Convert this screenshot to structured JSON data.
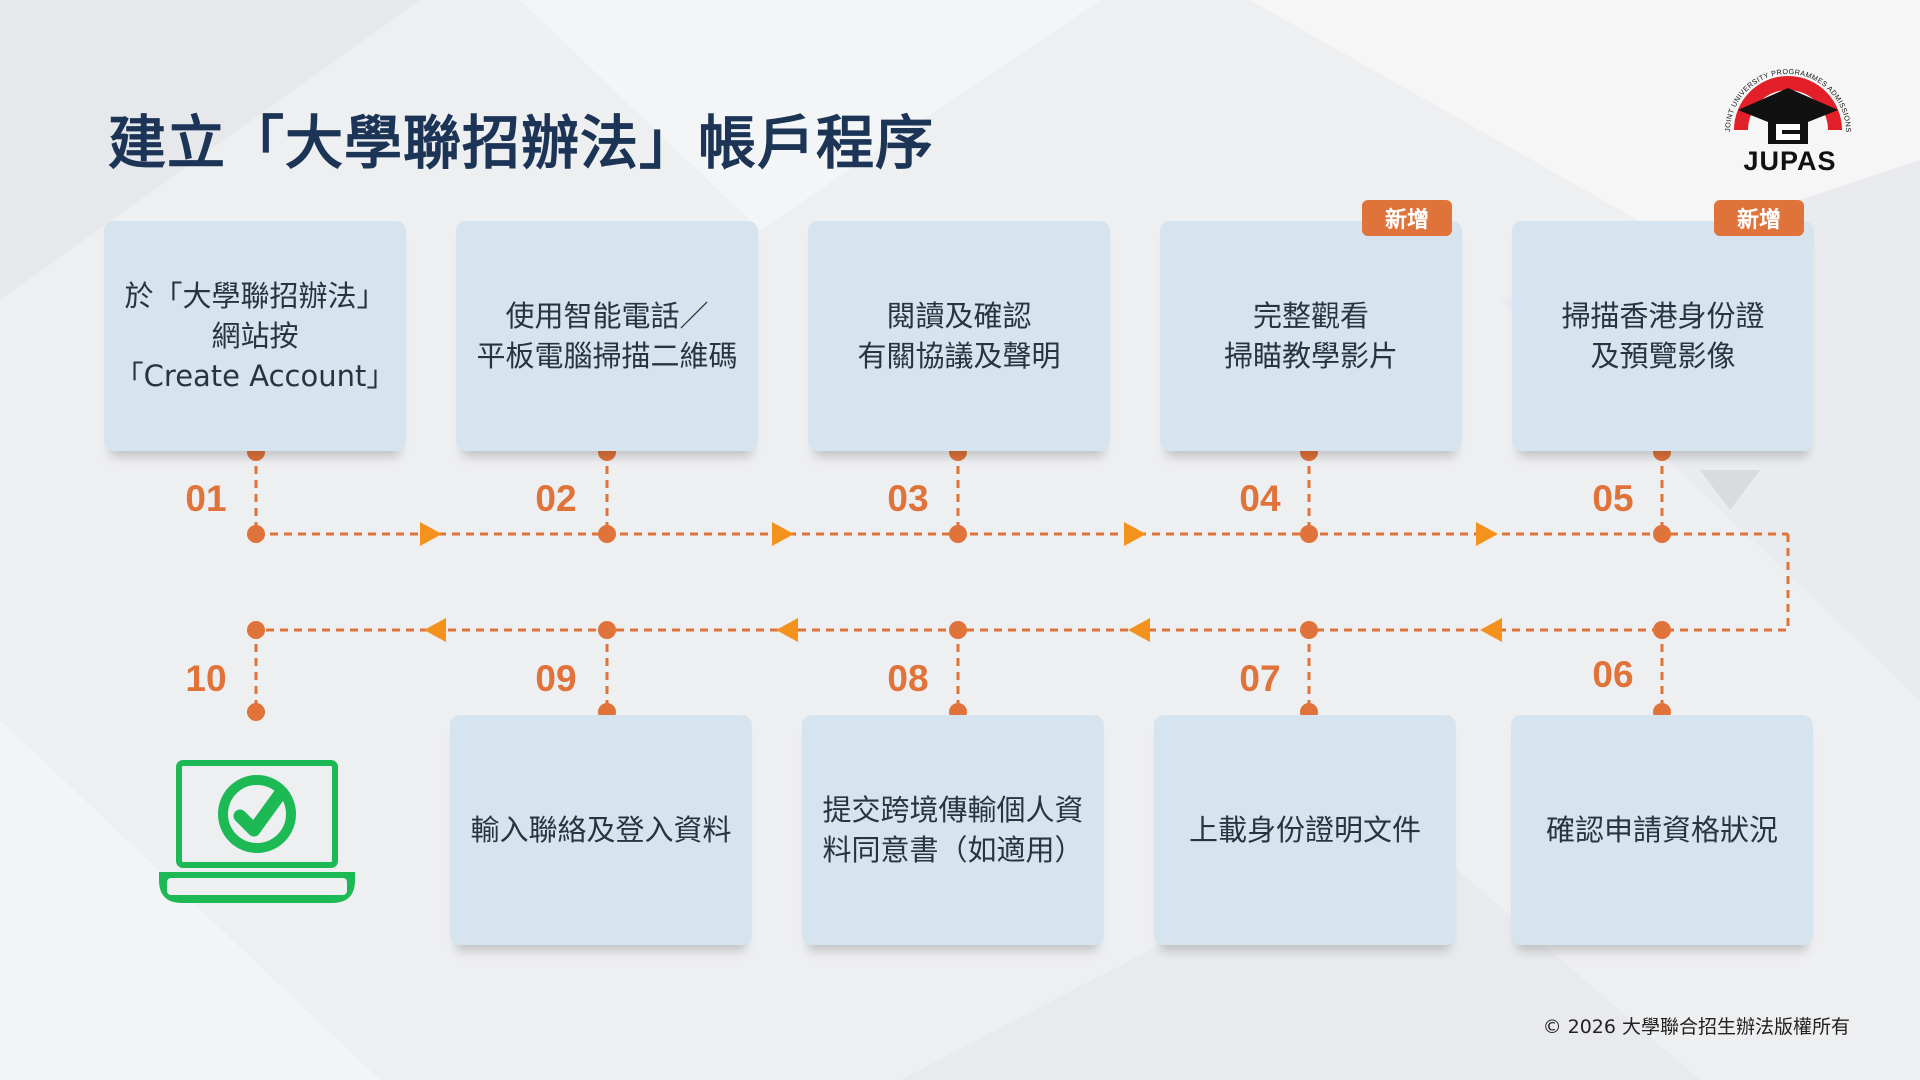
{
  "title": "建立「大學聯招辦法」帳戶程序",
  "logo": {
    "wordmark": "JUPAS",
    "ring_text": "JOINT UNIVERSITY PROGRAMMES ADMISSIONS SYSTEM",
    "colors": {
      "red": "#e3202a",
      "black": "#111111"
    }
  },
  "colors": {
    "card": "#d6e4ef",
    "accent": "#e0733a",
    "arrow": "#f5921e",
    "check": "#1db954",
    "title": "#1c3557"
  },
  "steps": [
    {
      "num": "01",
      "text": "於「大學聯招辦法」\n網站按\n「Create Account」",
      "badge": ""
    },
    {
      "num": "02",
      "text": "使用智能電話／\n平板電腦掃描二維碼",
      "badge": ""
    },
    {
      "num": "03",
      "text": "閱讀及確認\n有關協議及聲明",
      "badge": ""
    },
    {
      "num": "04",
      "text": "完整觀看\n掃瞄教學影片",
      "badge": "新增"
    },
    {
      "num": "05",
      "text": "掃描香港身份證\n及預覽影像",
      "badge": "新增"
    },
    {
      "num": "06",
      "text": "確認申請資格狀況",
      "badge": ""
    },
    {
      "num": "07",
      "text": "上載身份證明文件",
      "badge": ""
    },
    {
      "num": "08",
      "text": "提交跨境傳輸個人資\n料同意書（如適用）",
      "badge": ""
    },
    {
      "num": "09",
      "text": "輸入聯絡及登入資料",
      "badge": ""
    },
    {
      "num": "10",
      "text": "",
      "badge": ""
    }
  ],
  "final_icon": "laptop-check-icon",
  "footer": "© 2026 大學聯合招生辦法版權所有"
}
